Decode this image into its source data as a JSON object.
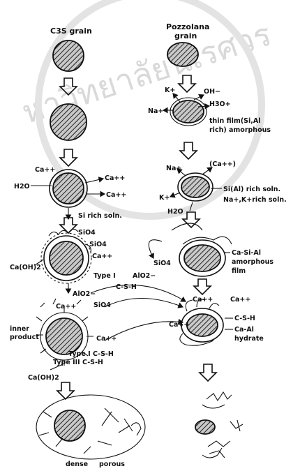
{
  "watermark": {
    "text": "หาวิทยาลัยนเรศวร"
  },
  "grains": {
    "c3s": "C3S grain",
    "pozzolana_line1": "Pozzolana",
    "pozzolana_line2": "grain"
  },
  "labels": {
    "k_plus": "K+",
    "oh_minus": "OH−",
    "na_plus": "Na+",
    "h3o_plus": "H3O+",
    "thin_film_1": "thin film(Si,Al",
    "thin_film_2": "rich) amorphous",
    "ca2_a": "Ca++",
    "ca2_b": "Ca++",
    "ca2_c": "Ca++",
    "h2o_a": "H2O",
    "h2o_b": "H2O",
    "si_rich_soln": "Si rich soln.",
    "na_plus_b": "Na+",
    "ca_paren": "(Ca++)",
    "k_plus_b": "K+",
    "si_al_rich_soln": "Si(Al) rich soln.",
    "na_k_rich_soln": "Na+,K+rich soln.",
    "sio4_a": "SiO4",
    "sio4_b": "SiO4",
    "ca2_d": "Ca++",
    "caoh2_a": "Ca(OH)2",
    "type1_a": "Type I",
    "alo2_a": "AlO2−",
    "alo2_b": "AlO2−",
    "sio4_c": "SiO4",
    "ca_si_al_1": "Ca-Si-Al",
    "ca_si_al_2": "amorphous",
    "ca_si_al_3": "film",
    "csh_a": "C-S-H",
    "ca2_e": "Ca++",
    "ca2_f": "Ca++",
    "sio4_d": "SiO4",
    "csh_b": "C-S-H",
    "inner_1": "inner",
    "inner_2": "product",
    "ca2_g": "Ca++",
    "ca2_h": "Ca++",
    "ca_al_1": "Ca-Al",
    "ca_al_2": "hydrate",
    "type1_csh": "Type I C-S-H",
    "type3_csh": "Type III C-S-H",
    "caoh2_b": "Ca(OH)2",
    "dense": "dense",
    "porous": "porous"
  }
}
